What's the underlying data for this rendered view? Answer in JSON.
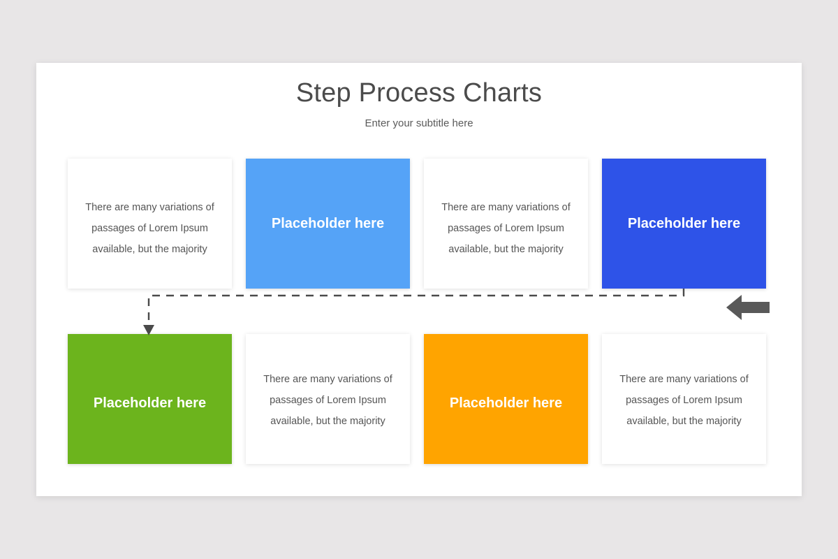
{
  "slide": {
    "title": "Step Process Charts",
    "subtitle": "Enter your subtitle here",
    "background_color": "#e8e6e7",
    "surface_color": "#ffffff"
  },
  "colors": {
    "light_blue": "#55a3f7",
    "dark_blue": "#2e53e8",
    "green": "#6cb41d",
    "orange": "#ffa400",
    "arrow_grey": "#595959",
    "connector_grey": "#4a4a4a",
    "body_text": "#555555",
    "title_text": "#4b4b4b"
  },
  "cards": [
    {
      "id": "card-1",
      "row": 1,
      "column": 1,
      "kind": "text",
      "lines": [
        "There are many variations of",
        "passages of Lorem Ipsum",
        "available, but the majority"
      ]
    },
    {
      "id": "card-2",
      "row": 1,
      "column": 2,
      "kind": "color",
      "fill": "#55a3f7",
      "label": "Placeholder here"
    },
    {
      "id": "card-3",
      "row": 1,
      "column": 3,
      "kind": "text",
      "lines": [
        "There are many variations of",
        "passages of Lorem Ipsum",
        "available, but the majority"
      ]
    },
    {
      "id": "card-4",
      "row": 1,
      "column": 4,
      "kind": "color",
      "fill": "#2e53e8",
      "label": "Placeholder here"
    },
    {
      "id": "card-5",
      "row": 2,
      "column": 1,
      "kind": "color",
      "fill": "#6cb41d",
      "label": "Placeholder here"
    },
    {
      "id": "card-6",
      "row": 2,
      "column": 2,
      "kind": "text",
      "lines": [
        "There are many variations of",
        "passages of Lorem Ipsum",
        "available, but the majority"
      ]
    },
    {
      "id": "card-7",
      "row": 2,
      "column": 3,
      "kind": "color",
      "fill": "#ffa400",
      "label": "Placeholder here"
    },
    {
      "id": "card-8",
      "row": 2,
      "column": 4,
      "kind": "text",
      "lines": [
        "There are many variations of",
        "passages of Lorem Ipsum",
        "available, but the majority"
      ]
    }
  ],
  "connector": {
    "style": "dashed",
    "color": "#4a4a4a",
    "description": "dashed path from bottom of dark blue card, left across the slide, then down into green card",
    "arrowhead": "down"
  },
  "standalone_arrow": {
    "direction": "left",
    "color": "#595959"
  }
}
